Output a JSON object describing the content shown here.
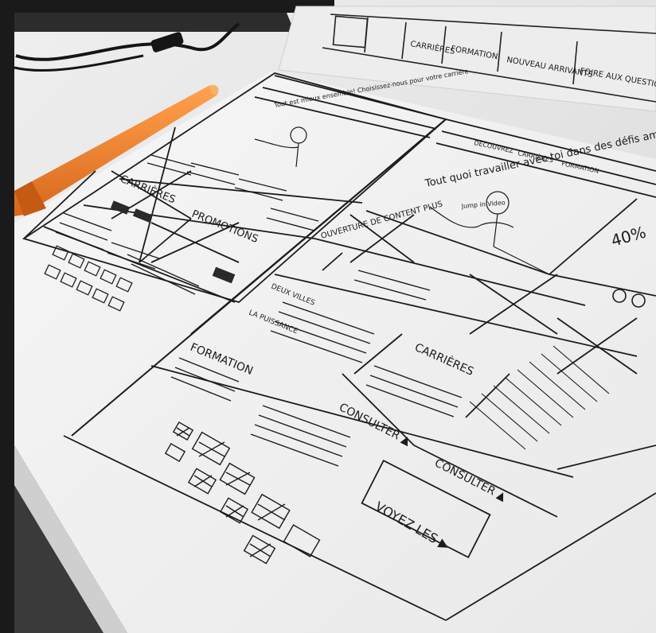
{
  "photo": {
    "nav_items": [
      "CARRIÈRES",
      "FORMATION",
      "NOUVEAU ARRIVANTS",
      "FOIRE AUX QUESTIONS"
    ],
    "left_page": {
      "headline": "Tout est mieux ensemble! Choisissez-nous pour votre carrière",
      "section_careers": "CARRIÈRES",
      "section_promo": "PROMOTIONS"
    },
    "right_page": {
      "nav_items": [
        "DÉCOUVREZ",
        "CARRIÈRES",
        "FORMATION"
      ],
      "headline": "Tout quoi travailler avec toi dans des défis ambitieux!",
      "video_caption": "Jump in Video",
      "side_text": "40%",
      "ouverture": "OUVERTURE DE CONTENT PLUS",
      "deux_villes": "DEUX VILLES",
      "la_puissance": "LA PUISSANCE",
      "formation": "FORMATION",
      "carrieres": "CARRIÈRES",
      "consulter_1": "CONSULTER ▲",
      "consulter_2": "CONSULTER ▲",
      "voyez_les": "VOYEZ LES ▶"
    },
    "colors": {
      "paper": "#f2f2f2",
      "ink": "#1c1c1c",
      "pen_orange": "#f08a2f",
      "desk": "#e7e7e7"
    }
  }
}
